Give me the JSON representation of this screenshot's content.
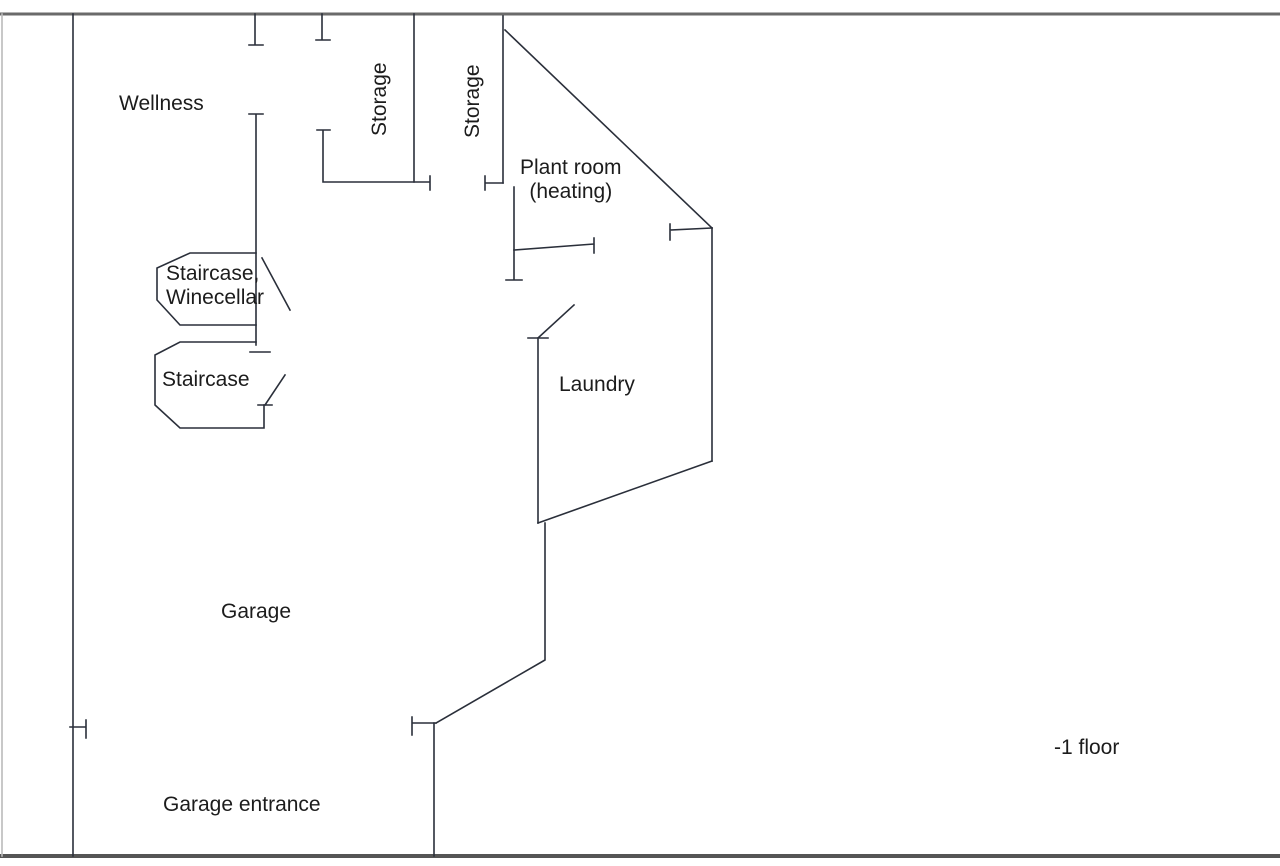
{
  "diagram": {
    "type": "floor-plan",
    "floor_label": "-1 floor",
    "rooms": [
      {
        "id": "wellness",
        "label": "Wellness"
      },
      {
        "id": "storage-1",
        "label": "Storage"
      },
      {
        "id": "storage-2",
        "label": "Storage"
      },
      {
        "id": "plant-room",
        "label": "Plant room\n(heating)",
        "lines": [
          "Plant room",
          "(heating)"
        ]
      },
      {
        "id": "staircase-winecellar",
        "label": "Staircase, Winecellar",
        "lines": [
          "Staircase,",
          "Winecellar"
        ]
      },
      {
        "id": "staircase",
        "label": "Staircase"
      },
      {
        "id": "laundry",
        "label": "Laundry"
      },
      {
        "id": "garage",
        "label": "Garage"
      },
      {
        "id": "garage-entrance",
        "label": "Garage entrance"
      }
    ],
    "colors": {
      "wall": "#2a2f3a",
      "text": "#1c1c1c",
      "background": "#ffffff"
    }
  }
}
